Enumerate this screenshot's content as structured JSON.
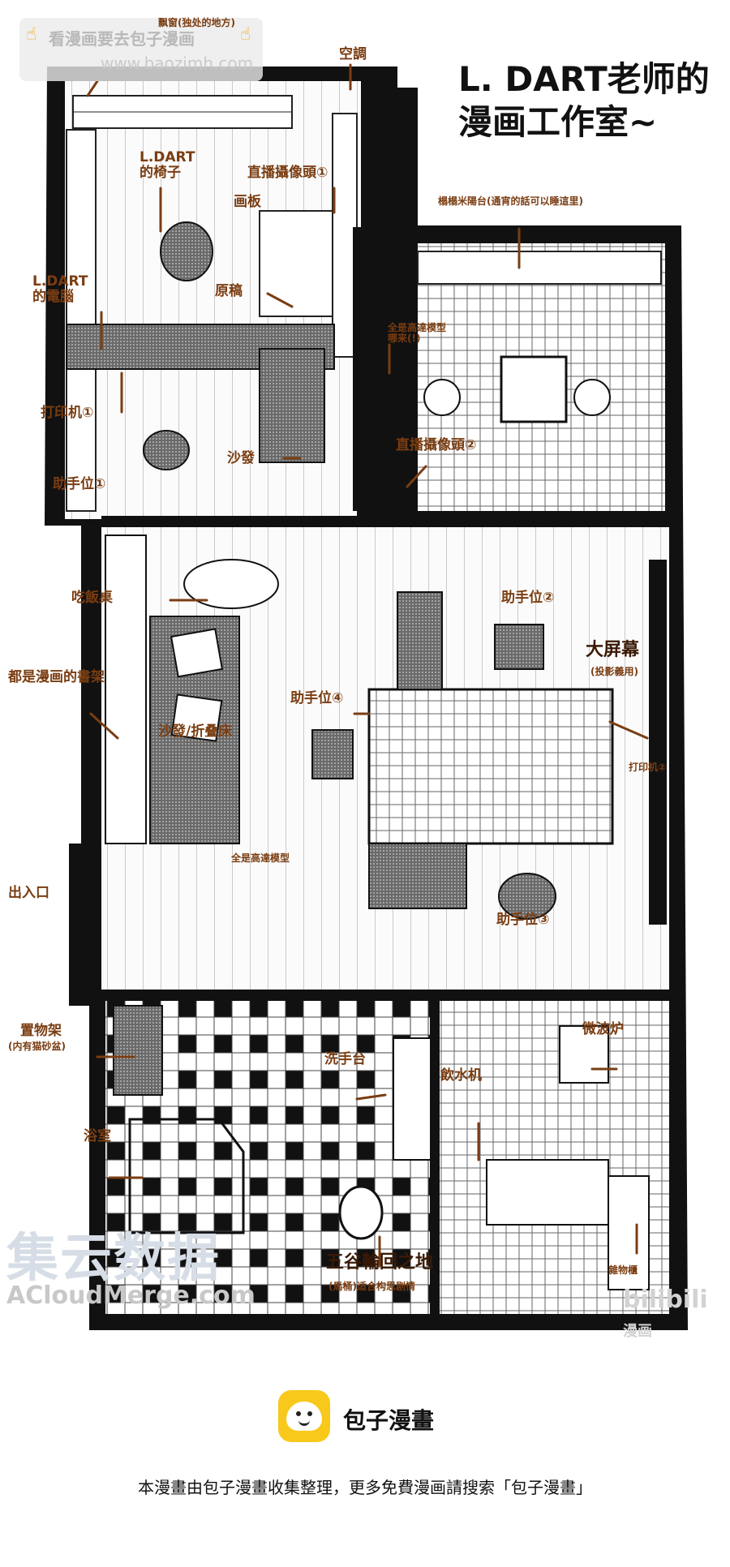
{
  "title_line1": "L. DART老师的",
  "title_line2": "漫画工作室~",
  "watermark_top_line1": "看漫画要去包子漫画",
  "watermark_top_line2": "www.baozimh.com",
  "watermark_brand_cn": "集云数据",
  "watermark_brand_en": "ACloudMerge.com",
  "bilibili": "bilibili",
  "bilibili_sub": "漫画",
  "labels": {
    "window": "飘窗(独处的地方)",
    "ac": "空調",
    "chair": "L.DART 的椅子",
    "camera1": "直播攝像頭①",
    "tablet": "画板",
    "computer": "L.DART 的電腦",
    "manuscript": "原稿",
    "gundam1": "全是高達模型 哪来(!)",
    "printer1": "打印机①",
    "sofa": "沙發",
    "camera2": "直播攝像頭②",
    "assistant1": "助手位①",
    "balcony": "榻榻米陽台(通宵的話可以睡這里)",
    "dining": "吃飯桌",
    "bookshelf": "都是漫画的書架",
    "assistant2": "助手位②",
    "screen": "大屏幕",
    "screen_sub": "(投影義用)",
    "assistant4": "助手位④",
    "sofabed": "沙發/折叠床",
    "printer2": "打印机②",
    "gundam2": "全是高達模型",
    "entrance": "出入口",
    "assistant3": "助手位③",
    "shelf": "置物架",
    "shelf_sub": "(内有猫砂盆)",
    "sink": "洗手台",
    "microwave": "微波炉",
    "dispenser": "飲水机",
    "bathroom": "浴室",
    "toilet": "五谷輪回之地",
    "toilet_sub": "(馬桶)适合构思剧情",
    "storage": "雜物櫃"
  },
  "footer": {
    "brand": "包子漫畫",
    "notice": "本漫畫由包子漫畫收集整理，更多免費漫画請搜索「包子漫畫」"
  }
}
